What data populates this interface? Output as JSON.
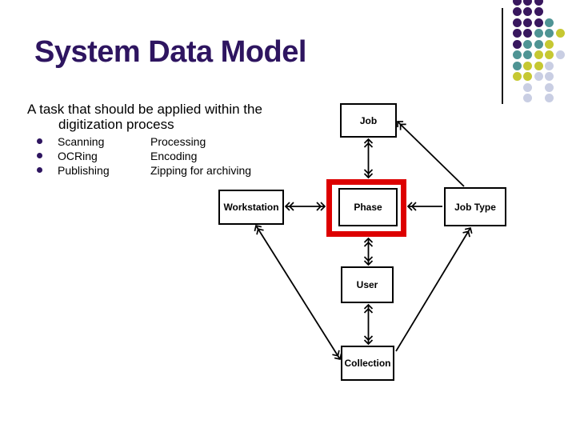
{
  "slide": {
    "title": "System Data Model",
    "heading_line1": "A task that should be applied within the",
    "heading_line2": "digitization process",
    "bullets": [
      {
        "col1": "Scanning",
        "col2": "Processing"
      },
      {
        "col1": "OCRing",
        "col2": "Encoding"
      },
      {
        "col1": "Publishing",
        "col2": "Zipping for archiving"
      }
    ]
  },
  "diagram": {
    "nodes": [
      {
        "id": "job",
        "label": "Job",
        "highlighted": false
      },
      {
        "id": "workstation",
        "label": "Workstation",
        "highlighted": false
      },
      {
        "id": "phase",
        "label": "Phase",
        "highlighted": true
      },
      {
        "id": "jobtype",
        "label": "Job Type",
        "highlighted": false
      },
      {
        "id": "user",
        "label": "User",
        "highlighted": false
      },
      {
        "id": "collection",
        "label": "Collection",
        "highlighted": false
      }
    ],
    "edges": [
      {
        "from": "Job",
        "to": "Phase",
        "style": "double-headed-arrow"
      },
      {
        "from": "Workstation",
        "to": "Phase",
        "style": "double-headed-arrow"
      },
      {
        "from": "Job Type",
        "to": "Phase",
        "style": "arrow"
      },
      {
        "from": "Phase",
        "to": "User",
        "style": "double-headed-arrow"
      },
      {
        "from": "User",
        "to": "Collection",
        "style": "double-headed-arrow"
      },
      {
        "from": "Workstation",
        "to": "Collection",
        "style": "double-headed-arrow"
      },
      {
        "from": "Collection",
        "to": "Job Type",
        "style": "arrow"
      },
      {
        "from": "Job Type",
        "to": "Job",
        "style": "arrow"
      }
    ],
    "highlight_color": "#dd0000",
    "line_color": "#000000"
  },
  "colors": {
    "title_text": "#2e1560",
    "body_text": "#000000",
    "highlight": "#dd0000"
  },
  "decoration": {
    "name": "dots-pattern",
    "colors": {
      "P": "#38175e",
      "T": "#4f9494",
      "Y": "#c6c832",
      "L": "#c9cee3"
    },
    "rows": [
      "PPP",
      "PPP",
      "PPPT",
      "PPTTY",
      "PTTY",
      "TTYYL",
      "TYYL",
      "YYLL",
      ".L.L",
      ".L.L"
    ]
  }
}
